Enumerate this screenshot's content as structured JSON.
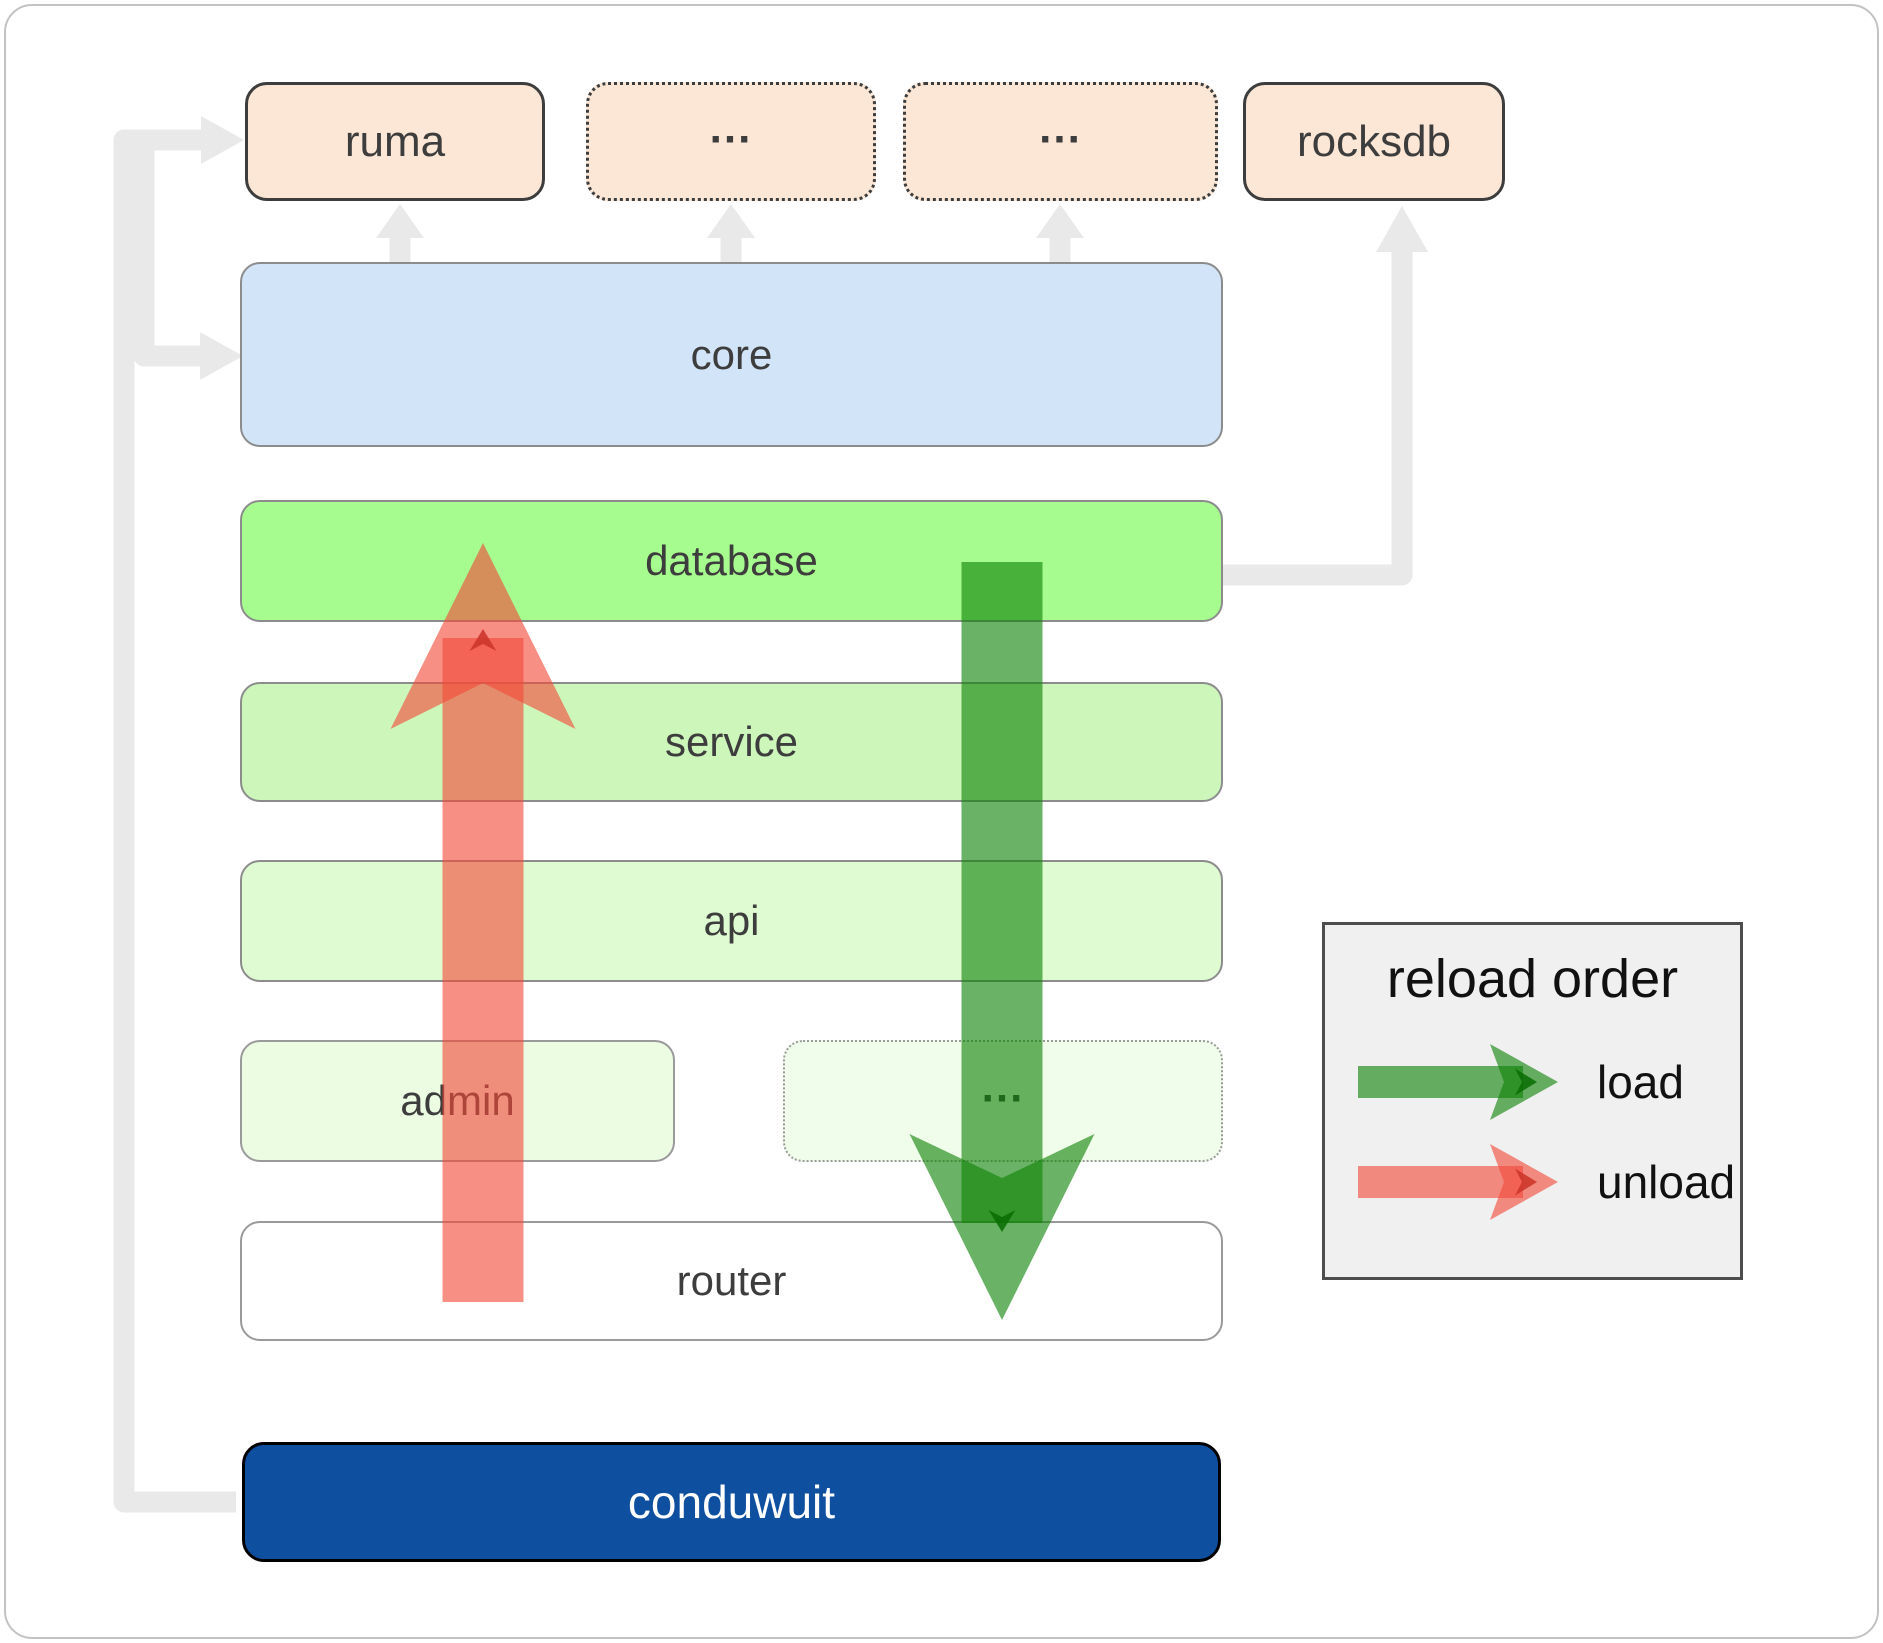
{
  "diagram": {
    "top_row": {
      "ruma": {
        "label": "ruma"
      },
      "crate2": {
        "label": "..."
      },
      "crate3": {
        "label": "..."
      },
      "rocksdb": {
        "label": "rocksdb"
      }
    },
    "layers": {
      "core": {
        "label": "core"
      },
      "database": {
        "label": "database"
      },
      "service": {
        "label": "service"
      },
      "api": {
        "label": "api"
      },
      "admin": {
        "label": "admin"
      },
      "admin_more": {
        "label": "..."
      },
      "router": {
        "label": "router"
      },
      "conduwuit": {
        "label": "conduwuit"
      }
    }
  },
  "legend": {
    "title": "reload order",
    "items": [
      {
        "label": "load"
      },
      {
        "label": "unload"
      }
    ]
  },
  "colors": {
    "peach_fill": "#fce6d5",
    "core_fill": "#d2e4f7",
    "database_fill": "#a7fc8f",
    "service_fill": "#cdf6bb",
    "api_fill": "#dffbd1",
    "admin_fill": "#ebfce3",
    "admin_more_fill": "#f1fdeb",
    "router_fill": "#ffffff",
    "conduwuit_fill": "#0e4f9f",
    "legend_fill": "#f0f0f0",
    "load_green": "#0e8207",
    "load_green_marker": "#0a6d04",
    "unload_red": "#f24a3a",
    "unload_red_marker": "#cc3429",
    "connector_gray": "#e9e9e9"
  }
}
